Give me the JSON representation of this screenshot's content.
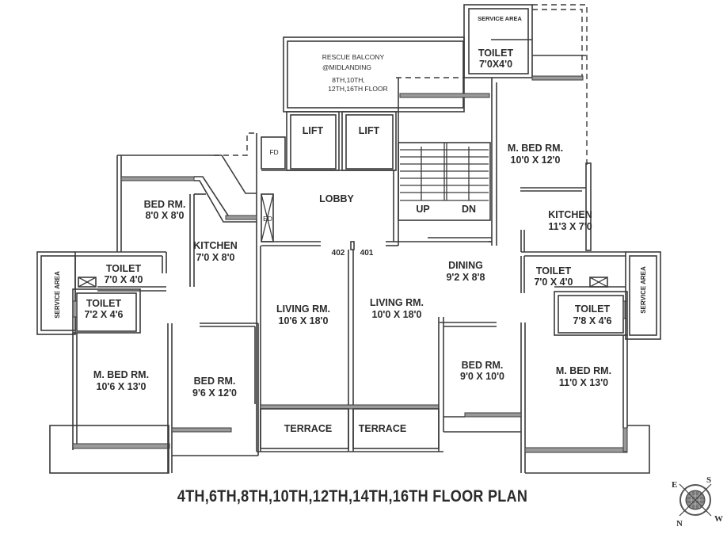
{
  "title": "4TH,6TH,8TH,10TH,12TH,14TH,16TH FLOOR PLAN",
  "rescue_balcony": {
    "line1": "RESCUE BALCONY",
    "line2": "@MIDLANDING",
    "line3": "8TH,10TH,",
    "line4": "12TH,16TH FLOOR"
  },
  "core": {
    "lift1": "LIFT",
    "lift2": "LIFT",
    "fd": "FD",
    "ed": "ED",
    "lobby": "LOBBY",
    "stair_up": "UP",
    "stair_dn": "DN",
    "flat_402": "402",
    "flat_401": "401"
  },
  "flat_402": {
    "bed_rm_small": {
      "name": "BED RM.",
      "size": "8'0 X 8'0"
    },
    "kitchen": {
      "name": "KITCHEN",
      "size": "7'0 X 8'0"
    },
    "toilet_common": {
      "name": "TOILET",
      "size": "7'0 X 4'0"
    },
    "toilet_attached": {
      "name": "TOILET",
      "size": "7'2 X 4'6"
    },
    "service_area": "SERVICE AREA",
    "living": {
      "name": "LIVING RM.",
      "size": "10'6 X 18'0"
    },
    "master_bed": {
      "name": "M. BED RM.",
      "size": "10'6 X 13'0"
    },
    "bed_rm": {
      "name": "BED RM.",
      "size": "9'6 X 12'0"
    },
    "terrace": "TERRACE"
  },
  "flat_401": {
    "service_area_top": "SERVICE AREA",
    "toilet_top": {
      "name": "TOILET",
      "size": "7'0X4'0"
    },
    "master_bed_top": {
      "name": "M. BED RM.",
      "size": "10'0 X 12'0"
    },
    "kitchen": {
      "name": "KITCHEN",
      "size": "11'3 X 7'0"
    },
    "dining": {
      "name": "DINING",
      "size": "9'2 X 8'8"
    },
    "toilet_common": {
      "name": "TOILET",
      "size": "7'0 X 4'0"
    },
    "toilet_attached": {
      "name": "TOILET",
      "size": "7'8 X 4'6"
    },
    "service_area": "SERVICE AREA",
    "living": {
      "name": "LIVING RM.",
      "size": "10'0 X 18'0"
    },
    "bed_rm": {
      "name": "BED RM.",
      "size": "9'0 X 10'0"
    },
    "master_bed": {
      "name": "M. BED RM.",
      "size": "11'0 X 13'0"
    },
    "terrace": "TERRACE"
  },
  "compass": {
    "n": "N",
    "s": "S",
    "e": "E",
    "w": "W"
  }
}
